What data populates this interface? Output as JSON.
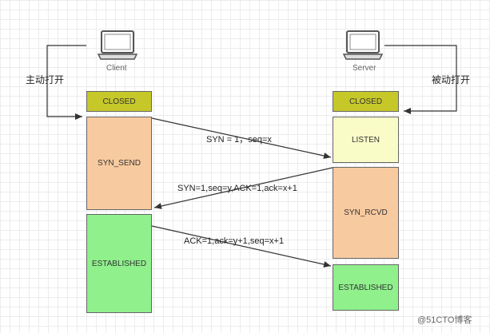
{
  "client": {
    "label": "Client",
    "open_label": "主动打开"
  },
  "server": {
    "label": "Server",
    "open_label": "被动打开"
  },
  "states": {
    "client_closed": "CLOSED",
    "client_syn_send": "SYN_SEND",
    "client_established": "ESTABLISHED",
    "server_closed": "CLOSED",
    "server_listen": "LISTEN",
    "server_syn_rcvd": "SYN_RCVD",
    "server_established": "ESTABLISHED"
  },
  "messages": {
    "syn": "SYN = 1，seq=x",
    "syn_ack": "SYN=1,seq=y,ACK=1,ack=x+1",
    "ack": "ACK=1,ack=y+1,seq=x+1"
  },
  "watermark": "@51CTO博客",
  "colors": {
    "closed": "#c6c82a",
    "syn_send": "#f8caa0",
    "listen": "#fafcc8",
    "syn_rcvd": "#f8caa0",
    "established": "#8ff08c"
  }
}
